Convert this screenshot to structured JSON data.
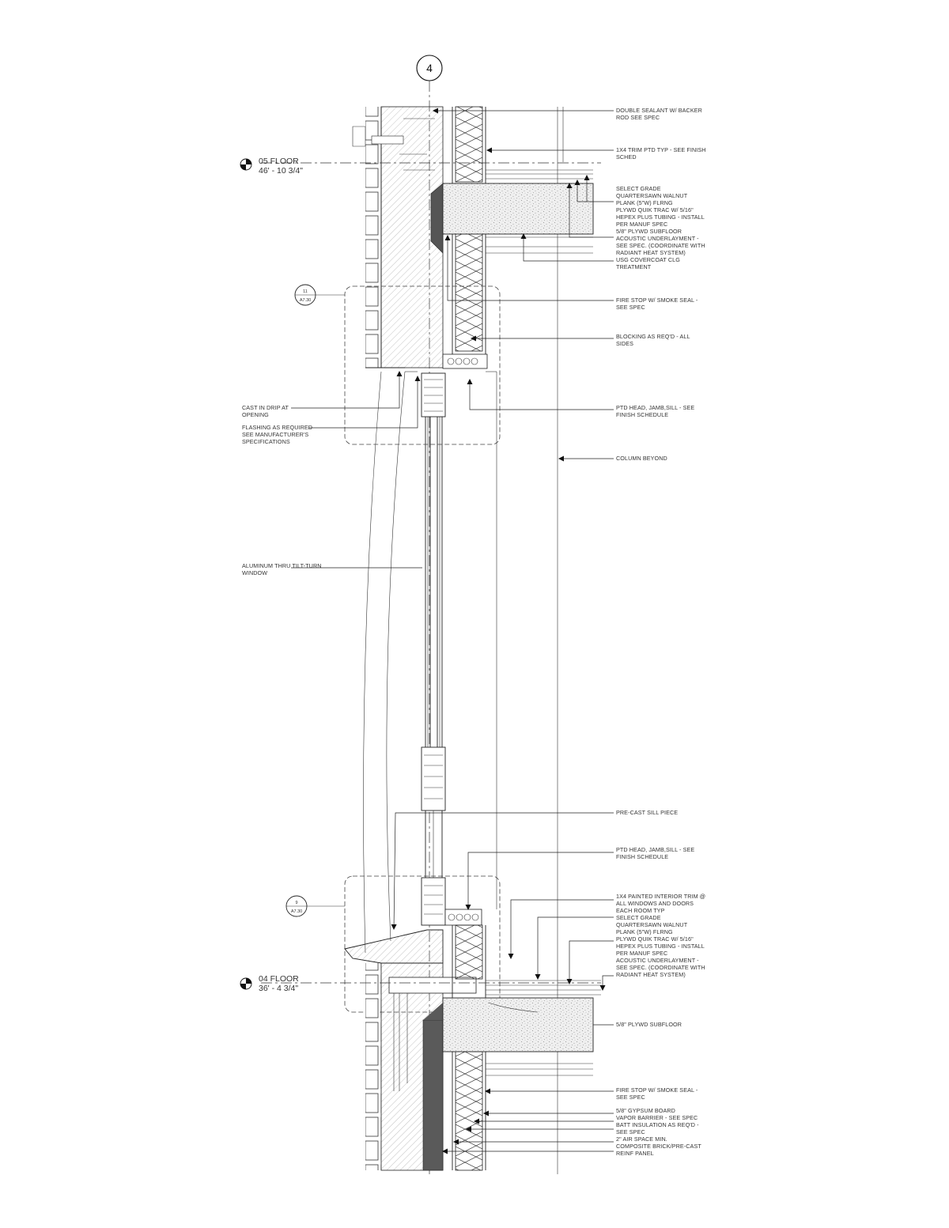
{
  "grid": {
    "number": "4"
  },
  "levels": [
    {
      "id": "upper",
      "name": "05 FLOOR",
      "elevation": "46' - 10 3/4\""
    },
    {
      "id": "lower",
      "name": "04 FLOOR",
      "elevation": "36' - 4 3/4\""
    }
  ],
  "detail_tags": [
    {
      "id": "upper",
      "number": "11",
      "sheet": "A7.30"
    },
    {
      "id": "lower",
      "number": "9",
      "sheet": "A7.30"
    }
  ],
  "notes_right": [
    {
      "id": "n1",
      "lines": [
        "DOUBLE SEALANT W/ BACKER",
        "ROD SEE SPEC"
      ]
    },
    {
      "id": "n2",
      "lines": [
        "1X4 TRIM PTD TYP - SEE FINISH",
        "SCHED"
      ]
    },
    {
      "id": "n3",
      "lines": [
        "SELECT GRADE",
        "QUARTERSAWN WALNUT",
        "PLANK (5\"W) FLRNG",
        "PLYWD QUIK TRAC W/ 5/16\"",
        "HEPEX PLUS TUBING - INSTALL",
        "PER MANUF SPEC",
        "5/8\" PLYWD SUBFLOOR",
        "ACOUSTIC UNDERLAYMENT -",
        "SEE SPEC. (COORDINATE WITH",
        "RADIANT HEAT SYSTEM)",
        "USG COVERCOAT CLG",
        "TREATMENT"
      ]
    },
    {
      "id": "n4",
      "lines": [
        "FIRE STOP W/ SMOKE SEAL -",
        "SEE SPEC"
      ]
    },
    {
      "id": "n5",
      "lines": [
        "BLOCKING AS REQ'D - ALL",
        "SIDES"
      ]
    },
    {
      "id": "n6",
      "lines": [
        "PTD HEAD, JAMB,SILL - SEE",
        "FINISH SCHEDULE"
      ]
    },
    {
      "id": "n7",
      "lines": [
        "COLUMN BEYOND"
      ]
    },
    {
      "id": "n8",
      "lines": [
        "PRE-CAST SILL PIECE"
      ]
    },
    {
      "id": "n9",
      "lines": [
        "PTD HEAD, JAMB,SILL - SEE",
        "FINISH SCHEDULE"
      ]
    },
    {
      "id": "n10",
      "lines": [
        "1X4 PAINTED INTERIOR TRIM @",
        "ALL WINDOWS AND DOORS",
        "EACH ROOM TYP",
        "SELECT GRADE",
        "QUARTERSAWN WALNUT",
        "PLANK (5\"W) FLRNG",
        "PLYWD QUIK TRAC W/ 5/16\"",
        "HEPEX PLUS TUBING - INSTALL",
        "PER MANUF SPEC",
        "ACOUSTIC UNDERLAYMENT -",
        "SEE SPEC. (COORDINATE WITH",
        "RADIANT HEAT SYSTEM)"
      ]
    },
    {
      "id": "n11",
      "lines": [
        "5/8\" PLYWD SUBFLOOR"
      ]
    },
    {
      "id": "n12",
      "lines": [
        "FIRE STOP W/ SMOKE SEAL -",
        "SEE SPEC"
      ]
    },
    {
      "id": "n13",
      "lines": [
        "5/8\" GYPSUM BOARD",
        "VAPOR BARRIER - SEE SPEC",
        "BATT INSULATION AS REQ'D -",
        "SEE SPEC",
        "2\" AIR SPACE MIN.",
        "COMPOSITE BRICK/PRE-CAST",
        "REINF PANEL"
      ]
    }
  ],
  "notes_left": [
    {
      "id": "l1",
      "lines": [
        "CAST IN DRIP AT",
        "OPENING"
      ]
    },
    {
      "id": "l2",
      "lines": [
        "FLASHING AS REQUIRED",
        "SEE MANUFACTURER'S",
        "SPECIFICATIONS"
      ]
    },
    {
      "id": "l3",
      "lines": [
        "ALUMINUM THRU TILT-TURN",
        "WINDOW"
      ]
    }
  ]
}
